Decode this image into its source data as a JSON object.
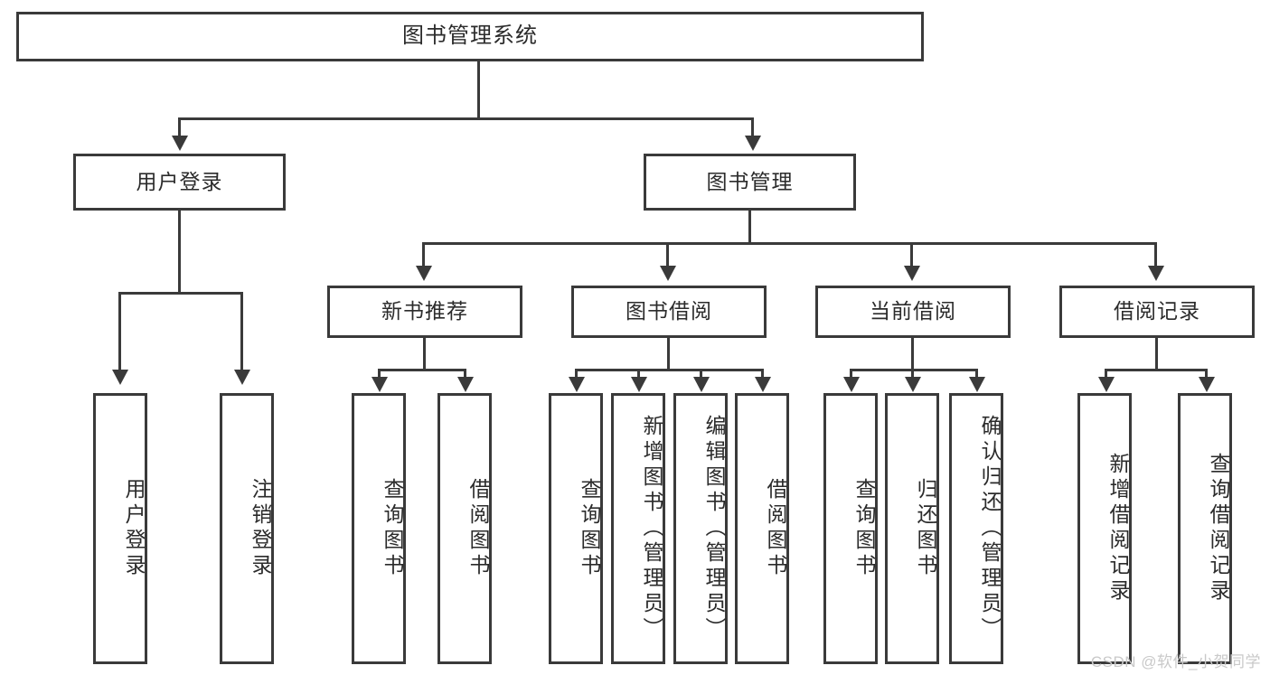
{
  "diagram": {
    "type": "tree-hierarchy",
    "title": "图书管理系统",
    "watermark": "CSDN @软件_小贺同学",
    "colors": {
      "stroke": "#3a3a3a",
      "fill": "#ffffff",
      "text": "#2b2b2b",
      "watermark": "#c9c9c9"
    },
    "root": {
      "label": "图书管理系统"
    },
    "level2": [
      {
        "id": "user-login",
        "label": "用户登录"
      },
      {
        "id": "book-manage",
        "label": "图书管理"
      }
    ],
    "level3": [
      {
        "id": "new-book-rec",
        "label": "新书推荐"
      },
      {
        "id": "book-borrow",
        "label": "图书借阅"
      },
      {
        "id": "current-borrow",
        "label": "当前借阅"
      },
      {
        "id": "borrow-record",
        "label": "借阅记录"
      }
    ],
    "leaves": {
      "user_login": [
        {
          "id": "leaf-user-login",
          "label": "用户登录"
        },
        {
          "id": "leaf-logout",
          "label": "注销登录"
        }
      ],
      "new_book_rec": [
        {
          "id": "leaf-query-book-1",
          "label": "查询图书"
        },
        {
          "id": "leaf-borrow-book-1",
          "label": "借阅图书"
        }
      ],
      "book_borrow": [
        {
          "id": "leaf-query-book-2",
          "label": "查询图书"
        },
        {
          "id": "leaf-add-book",
          "label": "新增图书（管理员）"
        },
        {
          "id": "leaf-edit-book",
          "label": "编辑图书（管理员）"
        },
        {
          "id": "leaf-borrow-book-2",
          "label": "借阅图书"
        }
      ],
      "current_borrow": [
        {
          "id": "leaf-query-book-3",
          "label": "查询图书"
        },
        {
          "id": "leaf-return-book",
          "label": "归还图书"
        },
        {
          "id": "leaf-confirm-return",
          "label": "确认归还（管理员）"
        }
      ],
      "borrow_record": [
        {
          "id": "leaf-add-record",
          "label": "新增借阅记录"
        },
        {
          "id": "leaf-query-record",
          "label": "查询借阅记录"
        }
      ]
    }
  }
}
